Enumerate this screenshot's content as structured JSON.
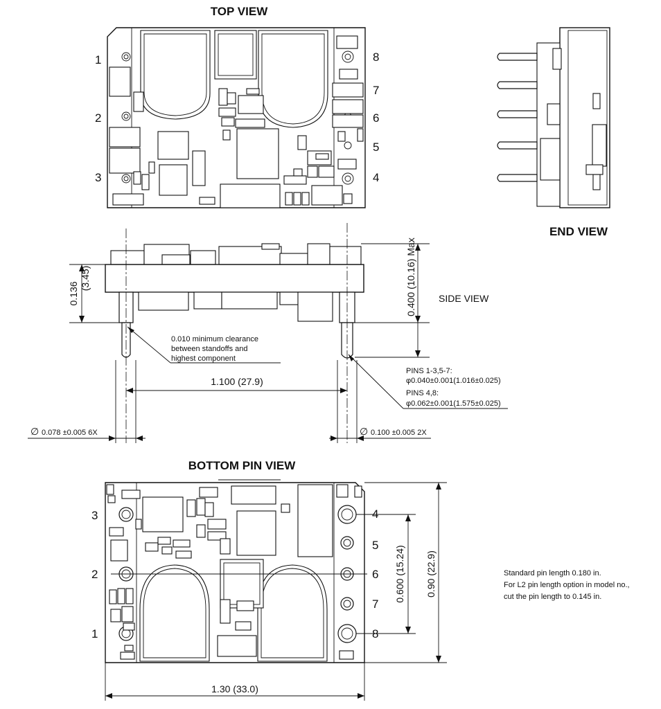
{
  "views": {
    "top": "TOP VIEW",
    "end": "END VIEW",
    "side": "SIDE VIEW",
    "bottom": "BOTTOM PIN VIEW"
  },
  "top_pins": {
    "p1": "1",
    "p2": "2",
    "p3": "3",
    "p4": "4",
    "p5": "5",
    "p6": "6",
    "p7": "7",
    "p8": "8"
  },
  "bottom_pins": {
    "p1": "1",
    "p2": "2",
    "p3": "3",
    "p4": "4",
    "p5": "5",
    "p6": "6",
    "p7": "7",
    "p8": "8"
  },
  "side_dims": {
    "standoff_in": "0.136",
    "standoff_mm": "(3.45)",
    "height_max": "0.400 (10.16) Max",
    "clearance_l1": "0.010 minimum clearance",
    "clearance_l2": "between standoffs and",
    "clearance_l3": "highest component",
    "pin_span": "1.100 (27.9)",
    "pins_a_label": "PINS 1-3,5-7:",
    "pins_a_dia": "φ0.040±0.001(1.016±0.025)",
    "pins_b_label": "PINS 4,8:",
    "pins_b_dia": "φ0.062±0.001(1.575±0.025)",
    "standoff_dia_sym": "∅",
    "standoff_dia_val": "0.078 ±0.005 6X",
    "standoff_dia2_sym": "∅",
    "standoff_dia2_val": "0.100 ±0.005 2X"
  },
  "bottom_dims": {
    "pin_pitch": "0.600 (15.24)",
    "height": "0.90 (22.9)",
    "width": "1.30 (33.0)"
  },
  "notes": {
    "l1": "Standard pin length 0.180 in.",
    "l2": "For L2 pin length option in model no.,",
    "l3": "cut the pin length to 0.145 in."
  }
}
